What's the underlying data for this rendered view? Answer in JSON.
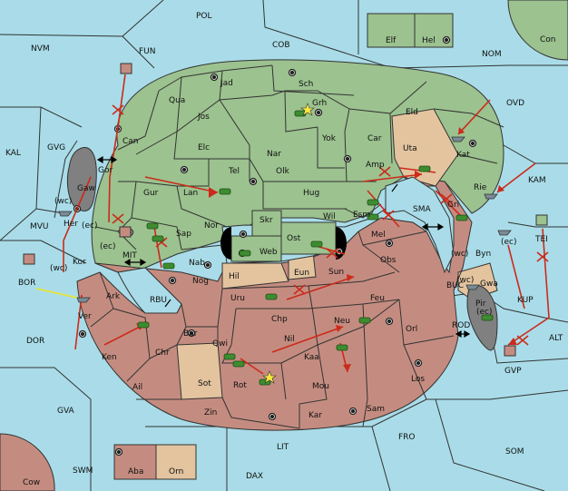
{
  "colors": {
    "sea": "#a9dce8",
    "green": "#9cc28f",
    "red": "#c48c80",
    "tan": "#e3c49f",
    "gray": "#808080",
    "supply": "#222222",
    "orders": "#cc2a1a",
    "convoy": "#e8e23a",
    "border": "#333333"
  },
  "icons": {
    "army": "tank-icon",
    "fleet": "ship-icon",
    "supply_center": "supply-center-icon",
    "home_star": "star-icon",
    "move_arrow": "arrow-icon",
    "cut_support": "x-mark-icon",
    "two_way": "double-arrow-icon"
  },
  "sea_labels": [
    "POL",
    "NVM",
    "FUN",
    "COB",
    "NOM",
    "Con",
    "KAL",
    "GVG",
    "OVD",
    "KAM",
    "MVU",
    "MIT",
    "SMA",
    "TEI",
    "BOR",
    "RBU",
    "BUC",
    "KUP",
    "ROD",
    "ALT",
    "DOR",
    "GVP",
    "GVA",
    "FRO",
    "SOM",
    "LIT",
    "SWM",
    "DAX",
    "Cow"
  ],
  "land_labels": [
    "Elf",
    "Hel",
    "Jad",
    "Sch",
    "Qua",
    "Grh",
    "Jos",
    "Eld",
    "Can",
    "Yok",
    "Car",
    "Uta",
    "Gor",
    "Elc",
    "Nar",
    "Amp",
    "Kat",
    "Tel",
    "Olk",
    "Gaw",
    "Gur",
    "Lan",
    "Hug",
    "Rie",
    "Her",
    "Wil",
    "Esm",
    "Gri",
    "Nor",
    "Skr",
    "Sap",
    "Kor",
    "Ost",
    "Mel",
    "Byn",
    "Web",
    "Nab",
    "Hil",
    "Eun",
    "Sun",
    "Obs",
    "Gwa",
    "Ark",
    "Nog",
    "Uru",
    "Feu",
    "Pir",
    "Ver",
    "Chp",
    "Neu",
    "Orl",
    "Bar",
    "Qwi",
    "Nil",
    "Ken",
    "Chr",
    "Kaa",
    "Sot",
    "Los",
    "Ail",
    "Rot",
    "Mou",
    "Sam",
    "Zin",
    "Kar",
    "Aba",
    "Orn"
  ],
  "coast_labels": [
    "(wc)",
    "(ec)",
    "(wc)",
    "(ec)",
    "(wc)",
    "(ec)",
    "(ec)",
    "(wc)"
  ]
}
